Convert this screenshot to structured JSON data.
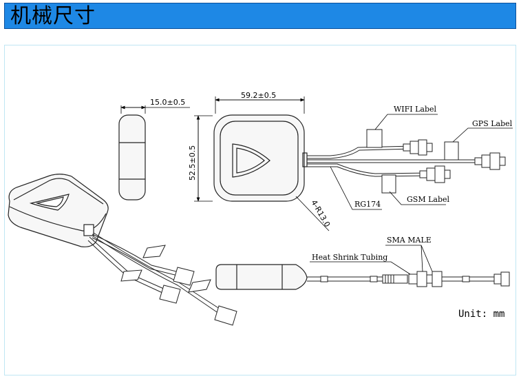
{
  "header": {
    "title": "机械尺寸"
  },
  "drawing": {
    "dim_thickness": "15.0±0.5",
    "dim_width": "59.2±0.5",
    "dim_height": "52.5±0.5",
    "dim_radius": "4-R13.0",
    "label_wifi": "WIFI Label",
    "label_gps": "GPS Label",
    "label_gsm": "GSM Label",
    "label_cable": "RG174",
    "label_sma": "SMA MALE",
    "label_heat_shrink": "Heat Shrink Tubing",
    "unit": "Unit: mm"
  }
}
